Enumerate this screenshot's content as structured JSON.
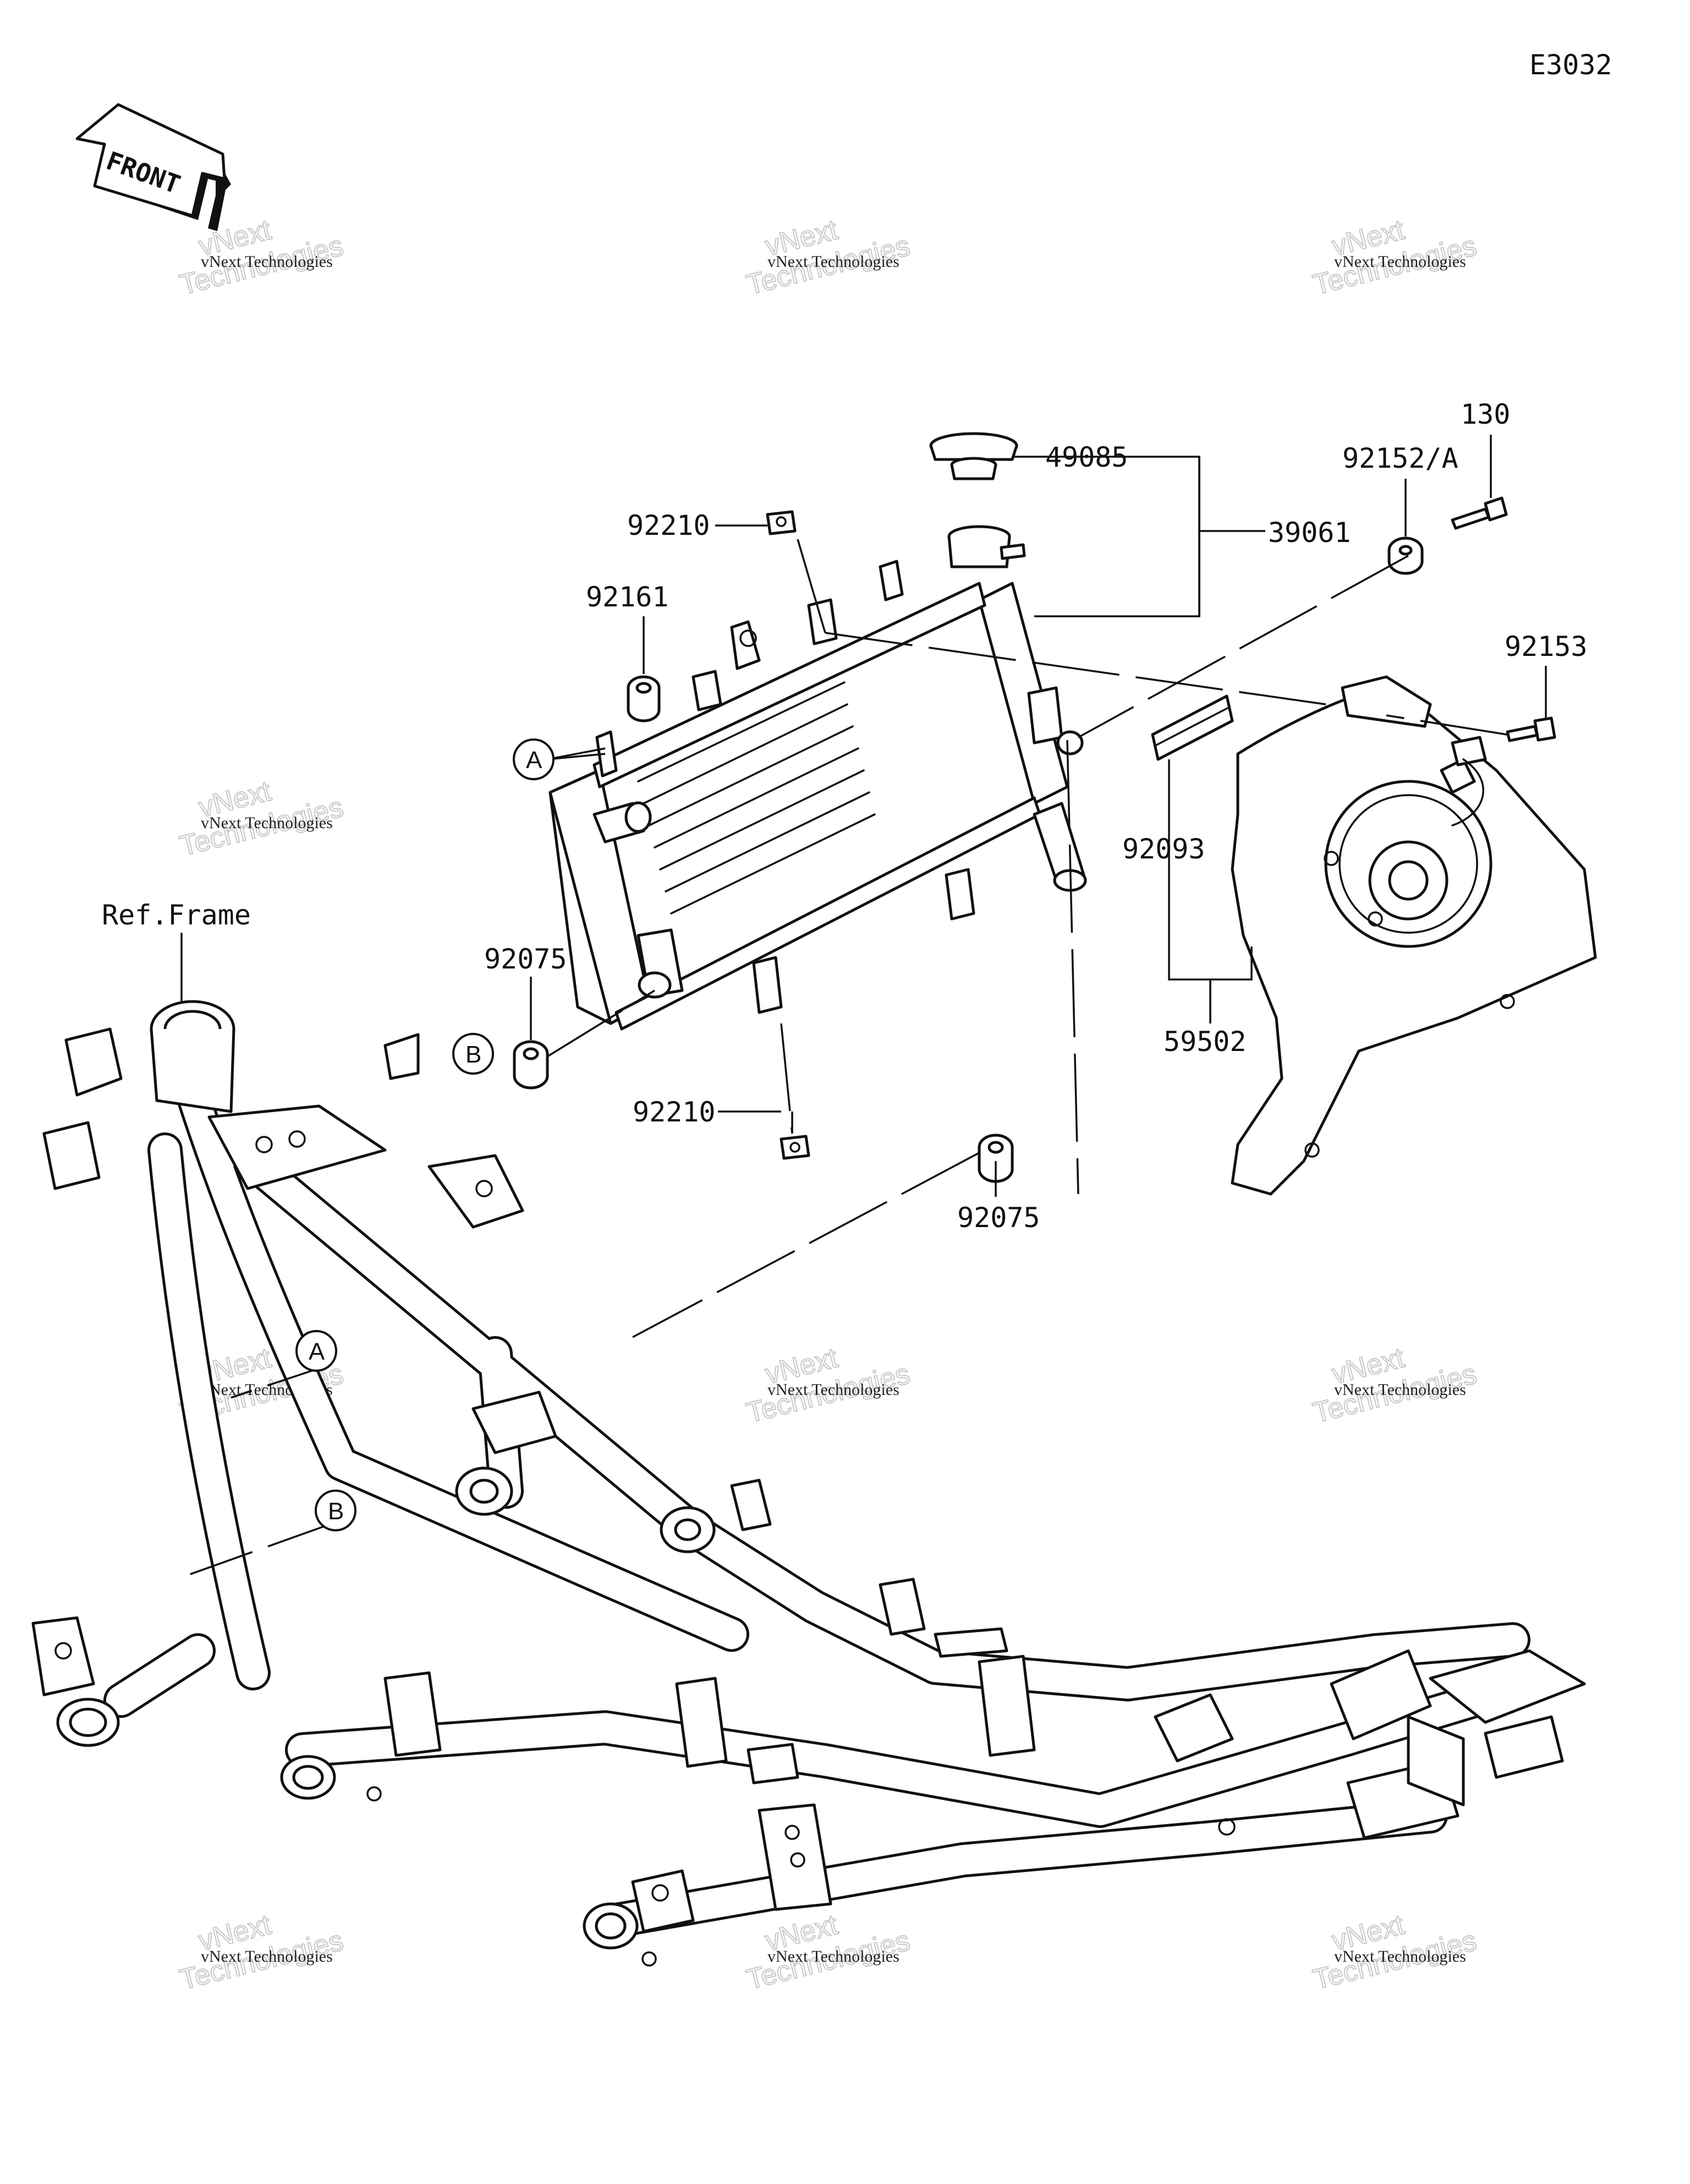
{
  "diagram_code": "E3032",
  "front_label": "FRONT",
  "ref_frame_label": "Ref.Frame",
  "callouts": {
    "a": "A",
    "b": "B"
  },
  "part_numbers": {
    "p130": "130",
    "p92152a": "92152/A",
    "p49085": "49085",
    "p39061": "39061",
    "p92210_top": "92210",
    "p92161": "92161",
    "p92153": "92153",
    "p92093": "92093",
    "p59502": "59502",
    "p92075_left": "92075",
    "p92210_bottom": "92210",
    "p92075_right": "92075"
  },
  "watermark": {
    "line1": "vNext Technologies",
    "big1": "vNext",
    "big2": "Technologies"
  }
}
